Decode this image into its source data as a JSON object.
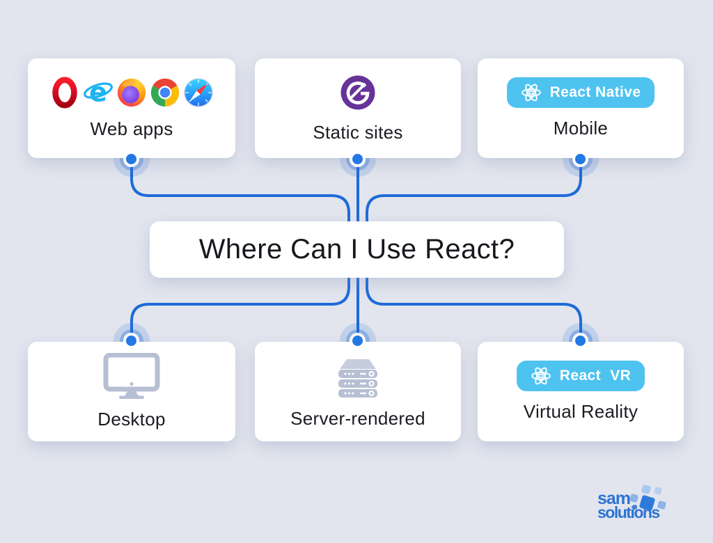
{
  "title": "Where Can I Use React?",
  "cards": {
    "web_apps": {
      "label": "Web apps",
      "icons": [
        "opera-icon",
        "internet-explorer-icon",
        "firefox-icon",
        "chrome-icon",
        "safari-icon"
      ]
    },
    "static_sites": {
      "label": "Static sites",
      "icon": "gatsby-icon"
    },
    "mobile": {
      "label": "Mobile",
      "badge_label": "React Native",
      "badge_icon": "react-atom-icon"
    },
    "desktop": {
      "label": "Desktop",
      "icon": "desktop-monitor-icon"
    },
    "server_rendered": {
      "label": "Server-rendered",
      "icon": "server-rack-icon"
    },
    "virtual_reality": {
      "label": "Virtual Reality",
      "badge_label": "React VR",
      "badge_icon": "react-atom-icon"
    }
  },
  "logo": {
    "line1": "sam",
    "line2": "solutions"
  },
  "colors": {
    "background": "#e2e5ee",
    "card": "#ffffff",
    "connector_line": "#1e6bd8",
    "connector_dot": "#2378e4",
    "halo_inner": "rgba(30,107,216,0.32)",
    "halo_outer": "rgba(30,107,216,0.16)",
    "badge_background": "#4ec3f0",
    "badge_text": "#ffffff",
    "gatsby_purple": "#663399",
    "hardware_icon_gray": "#b6bfd3",
    "label_text": "#1b1b22",
    "logo_blue": "#2d74d4"
  }
}
